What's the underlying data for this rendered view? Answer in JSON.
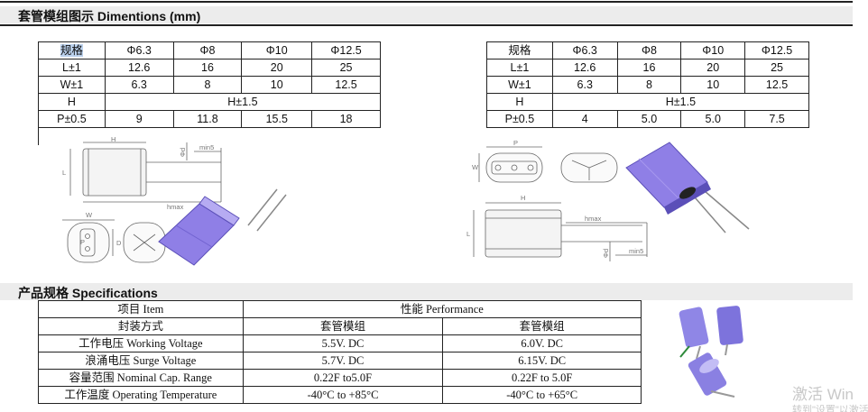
{
  "section1": {
    "title": "套管模组图示 Dimentions (mm)"
  },
  "table_left": {
    "header": [
      "规格",
      "Φ6.3",
      "Φ8",
      "Φ10",
      "Φ12.5"
    ],
    "rows": [
      [
        "L±1",
        "12.6",
        "16",
        "20",
        "25"
      ],
      [
        "W±1",
        "6.3",
        "8",
        "10",
        "12.5"
      ]
    ],
    "h_row": [
      "H",
      "H±1.5"
    ],
    "p_row": [
      "P±0.5",
      "9",
      "11.8",
      "15.5",
      "18"
    ]
  },
  "table_right": {
    "header": [
      "规格",
      "Φ6.3",
      "Φ8",
      "Φ10",
      "Φ12.5"
    ],
    "rows": [
      [
        "L±1",
        "12.6",
        "16",
        "20",
        "25"
      ],
      [
        "W±1",
        "6.3",
        "8",
        "10",
        "12.5"
      ]
    ],
    "h_row": [
      "H",
      "H±1.5"
    ],
    "p_row": [
      "P±0.5",
      "4",
      "5.0",
      "5.0",
      "7.5"
    ]
  },
  "drawing_left": {
    "labels": {
      "h": "H",
      "d": "Φd",
      "min5": "min5",
      "l": "L",
      "hmax": "hmax",
      "w": "W",
      "p": "P",
      "d2": "D"
    }
  },
  "drawing_right": {
    "labels": {
      "p": "P",
      "w": "W",
      "h": "H",
      "l": "L",
      "hmax": "hmax",
      "d": "Φd",
      "min5": "min5"
    }
  },
  "section2": {
    "title": "产品规格 Specifications"
  },
  "spec": {
    "item_label": "项目 Item",
    "performance_label": "性能 Performance",
    "package_label": "封装方式",
    "package_values": [
      "套管模组",
      "套管模组"
    ],
    "rows": [
      {
        "item": "工作电压 Working Voltage",
        "a": "5.5V. DC",
        "b": "6.0V. DC"
      },
      {
        "item": "浪涌电压 Surge Voltage",
        "a": "5.7V. DC",
        "b": "6.15V. DC"
      },
      {
        "item": "容量范围 Nominal Cap. Range",
        "a": "0.22F to5.0F",
        "b": "0.22F to 5.0F"
      },
      {
        "item": "工作温度 Operating Temperature",
        "a": "-40°C to +85°C",
        "b": "-40°C to +65°C"
      }
    ]
  },
  "watermark": {
    "line1": "激活 Win",
    "line2": "转到\"设置\"以激活"
  },
  "colors": {
    "capacitor": "#8f7fe6",
    "section_band": "#ececec",
    "selection": "#bcd2ee"
  }
}
